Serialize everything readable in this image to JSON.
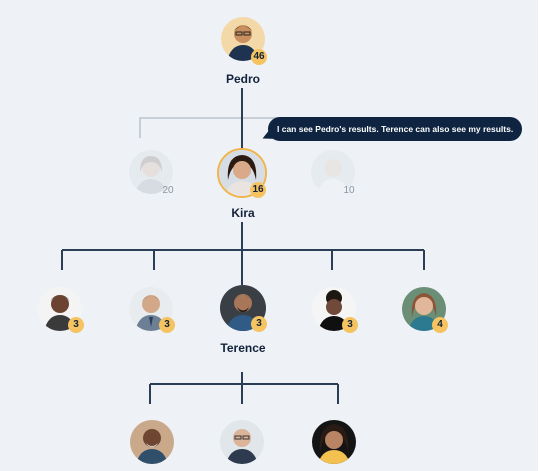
{
  "nodes": {
    "pedro": {
      "name": "Pedro",
      "count": "46"
    },
    "peer_left": {
      "count": "20"
    },
    "kira": {
      "name": "Kira",
      "count": "16"
    },
    "peer_right": {
      "count": "10"
    },
    "report_1": {
      "count": "3"
    },
    "report_2": {
      "count": "3"
    },
    "terence": {
      "name": "Terence",
      "count": "3"
    },
    "report_4": {
      "count": "3"
    },
    "report_5": {
      "count": "4"
    }
  },
  "tooltip": {
    "text": "I can see Pedro's results. Terence can also see my results."
  },
  "colors": {
    "connector": "#2c3e55",
    "faded_connector": "#c8ced6",
    "highlight_ring": "#f1b44a",
    "badge": "#f5c35f",
    "background": "#eef2f7",
    "tooltip_bg": "#0e2440"
  }
}
